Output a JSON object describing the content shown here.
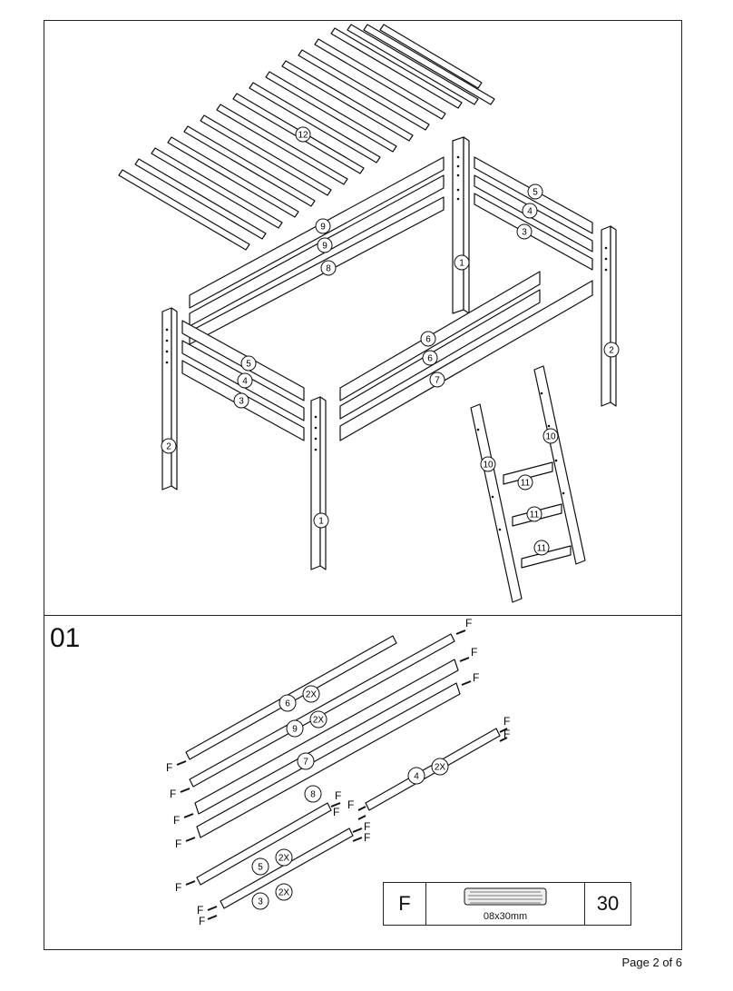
{
  "overview": {
    "part_labels": [
      {
        "id": "p12",
        "text": "12"
      },
      {
        "id": "p9a",
        "text": "9"
      },
      {
        "id": "p9b",
        "text": "9"
      },
      {
        "id": "p8",
        "text": "8"
      },
      {
        "id": "p1a",
        "text": "1"
      },
      {
        "id": "p5a",
        "text": "5"
      },
      {
        "id": "p4a",
        "text": "4"
      },
      {
        "id": "p3a",
        "text": "3"
      },
      {
        "id": "p2a",
        "text": "2"
      },
      {
        "id": "p6a",
        "text": "6"
      },
      {
        "id": "p6b",
        "text": "6"
      },
      {
        "id": "p7",
        "text": "7"
      },
      {
        "id": "p5b",
        "text": "5"
      },
      {
        "id": "p4b",
        "text": "4"
      },
      {
        "id": "p3b",
        "text": "3"
      },
      {
        "id": "p2b",
        "text": "2"
      },
      {
        "id": "p1b",
        "text": "1"
      },
      {
        "id": "p10a",
        "text": "10"
      },
      {
        "id": "p10b",
        "text": "10"
      },
      {
        "id": "p11a",
        "text": "11"
      },
      {
        "id": "p11b",
        "text": "11"
      },
      {
        "id": "p11c",
        "text": "11"
      }
    ]
  },
  "step": {
    "number": "01",
    "part_labels": [
      "6",
      "9",
      "7",
      "8",
      "4",
      "5",
      "3"
    ],
    "quantity_label": "2X",
    "fastener_letter": "F"
  },
  "hardware": {
    "letter": "F",
    "size": "08x30mm",
    "quantity": "30"
  },
  "footer": {
    "page": "Page  2 of 6"
  }
}
